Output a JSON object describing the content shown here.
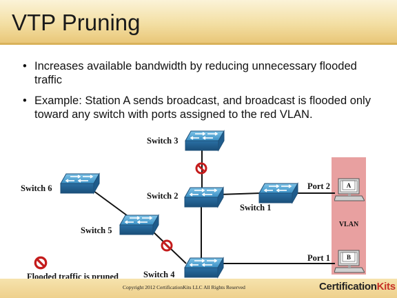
{
  "title": "VTP Pruning",
  "bullets": [
    "Increases available bandwidth by reducing unnecessary flooded traffic",
    "Example: Station A sends broadcast, and broadcast is flooded only toward any switch with ports assigned to the red VLAN."
  ],
  "diagram": {
    "switches": [
      "Switch 1",
      "Switch 2",
      "Switch 3",
      "Switch 4",
      "Switch 5",
      "Switch 6"
    ],
    "ports": [
      "Port 2",
      "Port 1"
    ],
    "stations": [
      "A",
      "B"
    ],
    "vlan_label": "VLAN",
    "vlan_color": "#e8a0a0",
    "pruned_icon": "prohibited-icon",
    "pruned_color": "#c41c1c",
    "legend": "Flooded traffic is pruned"
  },
  "footer": {
    "copyright": "Copyright 2012 CertificationKits LLC  All Rights Reserved",
    "brand_main": "Certification",
    "brand_accent": "Kits"
  }
}
